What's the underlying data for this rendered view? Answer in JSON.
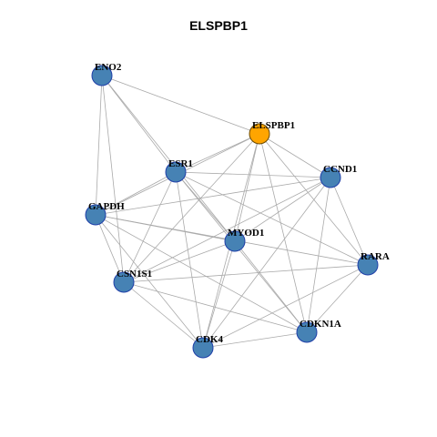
{
  "title": "ELSPBP1",
  "colors": {
    "focus_node": "#FFA500",
    "node": "#4682B4",
    "node_border": "#1F3FA8",
    "focus_border": "#6B4A00",
    "edge": "#AAAAAA"
  },
  "nodes": [
    {
      "id": "ENO2",
      "label": "ENO2",
      "focus": false
    },
    {
      "id": "ELSPBP1",
      "label": "ELSPBP1",
      "focus": true
    },
    {
      "id": "ESR1",
      "label": "ESR1",
      "focus": false
    },
    {
      "id": "CCND1",
      "label": "CCND1",
      "focus": false
    },
    {
      "id": "GAPDH",
      "label": "GAPDH",
      "focus": false
    },
    {
      "id": "MYOD1",
      "label": "MYOD1",
      "focus": false
    },
    {
      "id": "RARA",
      "label": "RARA",
      "focus": false
    },
    {
      "id": "CSN1S1",
      "label": "CSN1S1",
      "focus": false
    },
    {
      "id": "CDKN1A",
      "label": "CDKN1A",
      "focus": false
    },
    {
      "id": "CDK4",
      "label": "CDK4",
      "focus": false
    }
  ],
  "edges": [
    [
      "ENO2",
      "ELSPBP1"
    ],
    [
      "ENO2",
      "ESR1"
    ],
    [
      "ENO2",
      "GAPDH"
    ],
    [
      "ENO2",
      "CSN1S1"
    ],
    [
      "ENO2",
      "MYOD1"
    ],
    [
      "ELSPBP1",
      "ESR1"
    ],
    [
      "ELSPBP1",
      "CCND1"
    ],
    [
      "ELSPBP1",
      "GAPDH"
    ],
    [
      "ELSPBP1",
      "MYOD1"
    ],
    [
      "ELSPBP1",
      "RARA"
    ],
    [
      "ELSPBP1",
      "CSN1S1"
    ],
    [
      "ELSPBP1",
      "CDKN1A"
    ],
    [
      "ELSPBP1",
      "CDK4"
    ],
    [
      "ESR1",
      "CCND1"
    ],
    [
      "ESR1",
      "GAPDH"
    ],
    [
      "ESR1",
      "MYOD1"
    ],
    [
      "ESR1",
      "RARA"
    ],
    [
      "ESR1",
      "CSN1S1"
    ],
    [
      "ESR1",
      "CDKN1A"
    ],
    [
      "ESR1",
      "CDK4"
    ],
    [
      "CCND1",
      "GAPDH"
    ],
    [
      "CCND1",
      "MYOD1"
    ],
    [
      "CCND1",
      "RARA"
    ],
    [
      "CCND1",
      "CSN1S1"
    ],
    [
      "CCND1",
      "CDKN1A"
    ],
    [
      "CCND1",
      "CDK4"
    ],
    [
      "GAPDH",
      "MYOD1"
    ],
    [
      "GAPDH",
      "RARA"
    ],
    [
      "GAPDH",
      "CSN1S1"
    ],
    [
      "GAPDH",
      "CDKN1A"
    ],
    [
      "GAPDH",
      "CDK4"
    ],
    [
      "MYOD1",
      "CSN1S1"
    ],
    [
      "MYOD1",
      "CDKN1A"
    ],
    [
      "MYOD1",
      "CDK4"
    ],
    [
      "RARA",
      "CSN1S1"
    ],
    [
      "RARA",
      "CDKN1A"
    ],
    [
      "RARA",
      "CDK4"
    ],
    [
      "CSN1S1",
      "CDK4"
    ],
    [
      "CSN1S1",
      "CDKN1A"
    ],
    [
      "CDKN1A",
      "CDK4"
    ]
  ]
}
